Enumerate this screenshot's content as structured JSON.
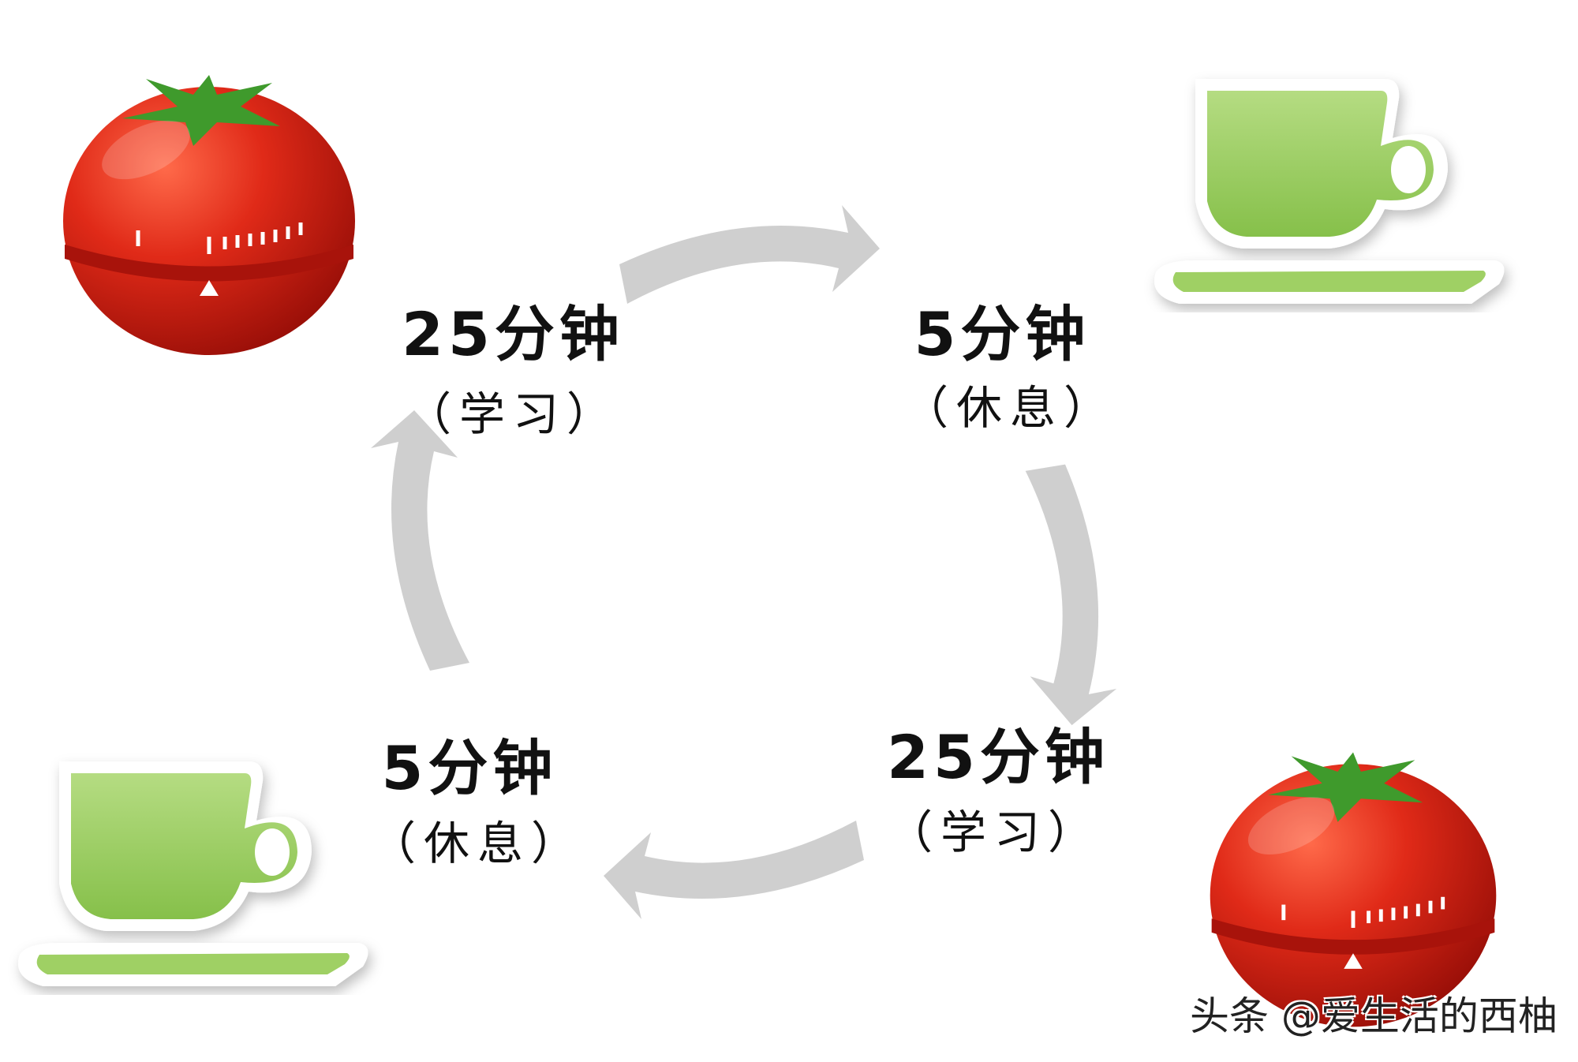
{
  "steps": [
    {
      "duration": "25分钟",
      "activity": "（学习）",
      "icon": "tomato-timer-icon"
    },
    {
      "duration": "5分钟",
      "activity": "（休息）",
      "icon": "tea-cup-icon"
    },
    {
      "duration": "25分钟",
      "activity": "（学习）",
      "icon": "tomato-timer-icon"
    },
    {
      "duration": "5分钟",
      "activity": "（休息）",
      "icon": "tea-cup-icon"
    }
  ],
  "watermark": "头条 @爱生活的西柚",
  "colors": {
    "tomato": "#d8261a",
    "leaf": "#3f9a2c",
    "cup": "#9fd064",
    "arrow": "#cfcfcf"
  }
}
